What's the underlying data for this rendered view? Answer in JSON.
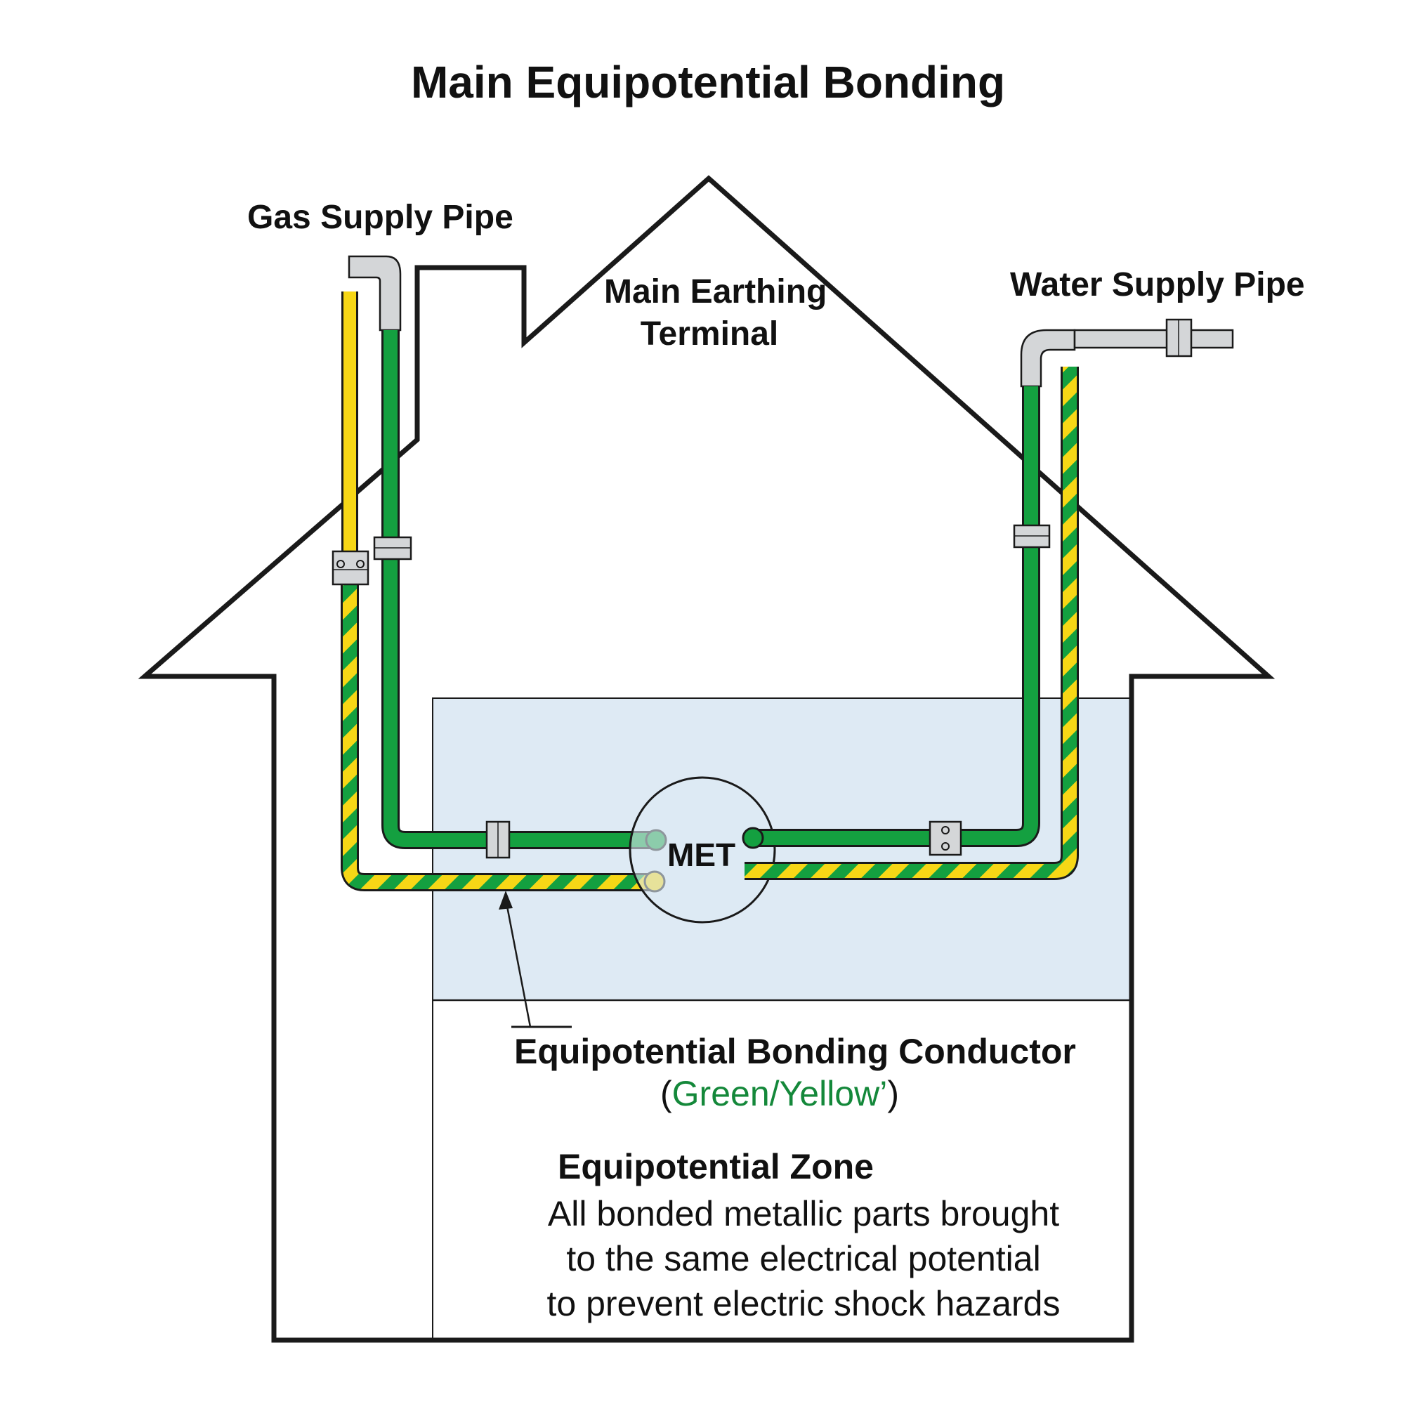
{
  "title": "Main Equipotential Bonding",
  "labels": {
    "gas_supply_pipe": "Gas Supply Pipe",
    "main_earthing_terminal_line1": "Main Earthing",
    "main_earthing_terminal_line2": "Terminal",
    "water_supply_pipe": "Water Supply Pipe",
    "met_abbreviation": "MET",
    "conductor_title": "Equipotential Bonding Conductor",
    "conductor_paren_open": "(",
    "conductor_color": "Green/Yellow’",
    "conductor_paren_close": ")",
    "zone_title": "Equipotential Zone",
    "zone_desc_line1": "All bonded metallic parts brought",
    "zone_desc_line2": "to the same electrical potential",
    "zone_desc_line3": "to prevent electric shock hazards"
  },
  "colors": {
    "conductor_green": "#14a040",
    "conductor_yellow": "#f7d716",
    "pipe_grey": "#d4d6d8",
    "zone_blue": "#deeaf4",
    "outline": "#1a1a1a",
    "label_green": "#14883a"
  }
}
